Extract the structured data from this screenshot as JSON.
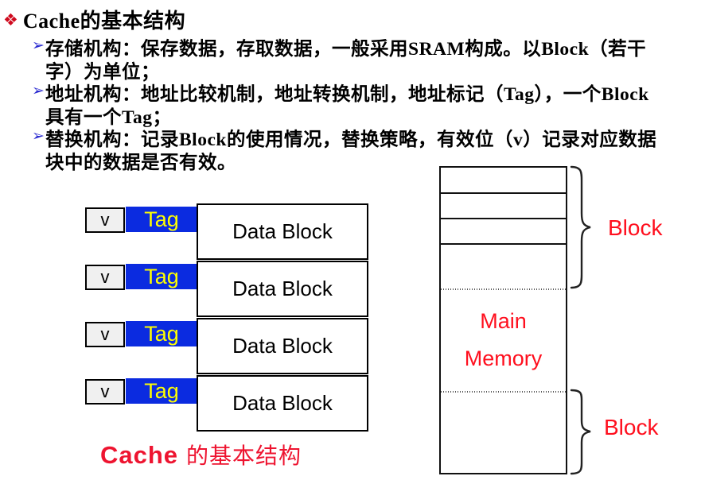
{
  "header": {
    "diamond_icon": "❖",
    "title": "Cache的基本结构",
    "bullets": [
      {
        "marker": "➢",
        "lines": [
          "存储机构：保存数据，存取数据，一般采用SRAM构成。以Block（若干",
          "字）为单位；"
        ]
      },
      {
        "marker": "➢",
        "lines": [
          "地址机构：地址比较机制，地址转换机制，地址标记（Tag），一个Block",
          "具有一个Tag；"
        ]
      },
      {
        "marker": "➢",
        "lines": [
          "替换机构：记录Block的使用情况，替换策略，有效位（v）记录对应数据",
          "块中的数据是否有效。"
        ]
      }
    ]
  },
  "cache_diagram": {
    "rows": [
      {
        "valid": "v",
        "tag": "Tag",
        "data": "Data Block"
      },
      {
        "valid": "v",
        "tag": "Tag",
        "data": "Data Block"
      },
      {
        "valid": "v",
        "tag": "Tag",
        "data": "Data Block"
      },
      {
        "valid": "v",
        "tag": "Tag",
        "data": "Data Block"
      }
    ],
    "caption_en": "Cache",
    "caption_zh": "的基本结构"
  },
  "memory_diagram": {
    "label_line1": "Main",
    "label_line2": "Memory",
    "block_label_top": "Block",
    "block_label_bottom": "Block"
  },
  "colors": {
    "tag_bg": "#0b2be0",
    "tag_text": "#ffff00",
    "red_label": "#ff0f1e",
    "caption_red": "#ee1430",
    "marker_blue": "#2a2ad0",
    "diamond_red": "#cf0a1e"
  }
}
